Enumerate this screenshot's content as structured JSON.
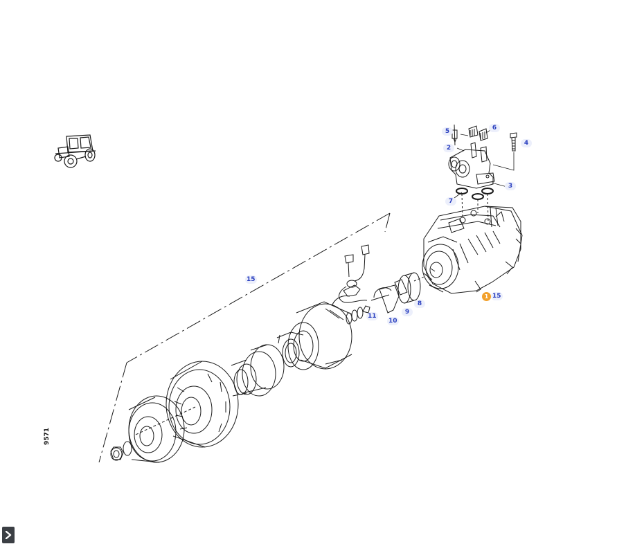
{
  "diagram": {
    "drawing_number": "9571",
    "callouts": [
      {
        "id": "callout-1",
        "label": "1",
        "kind": "marker"
      },
      {
        "id": "callout-15-main",
        "label": "15"
      },
      {
        "id": "callout-15-bracket",
        "label": "15"
      },
      {
        "id": "callout-2",
        "label": "2"
      },
      {
        "id": "callout-3",
        "label": "3"
      },
      {
        "id": "callout-4",
        "label": "4"
      },
      {
        "id": "callout-5",
        "label": "5"
      },
      {
        "id": "callout-6",
        "label": "6"
      },
      {
        "id": "callout-7",
        "label": "7"
      },
      {
        "id": "callout-8",
        "label": "8"
      },
      {
        "id": "callout-9",
        "label": "9"
      },
      {
        "id": "callout-10",
        "label": "10"
      },
      {
        "id": "callout-11",
        "label": "11"
      }
    ],
    "colors": {
      "callout_text": "#2a3fbf",
      "callout_bg": "#eceffb",
      "marker": "#f2a12c",
      "line_art": "#1a1a1a"
    },
    "icons": {
      "vehicle": "tractor-icon",
      "expand": "chevron-right-icon"
    }
  }
}
